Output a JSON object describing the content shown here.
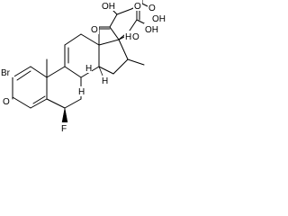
{
  "molecule": {
    "atom_labels": {
      "top_hydroxyl": "OH",
      "top_acid_oxygen": "O",
      "top_acid_hydroxyl": "OH",
      "ketone_oxygen": "O",
      "side_acid_oxygen": "O",
      "side_acid_hydroxyl": "OH",
      "c17_hydroxyl_h": "H",
      "c17_hydroxyl_o": "O",
      "bromine": "Br",
      "ring_a_ketone_oxygen": "O",
      "fluorine": "F",
      "h_c9": "H",
      "h_c8": "H",
      "h_c14": "H"
    },
    "colors": {
      "bond": "#000000",
      "background": "#ffffff"
    }
  }
}
